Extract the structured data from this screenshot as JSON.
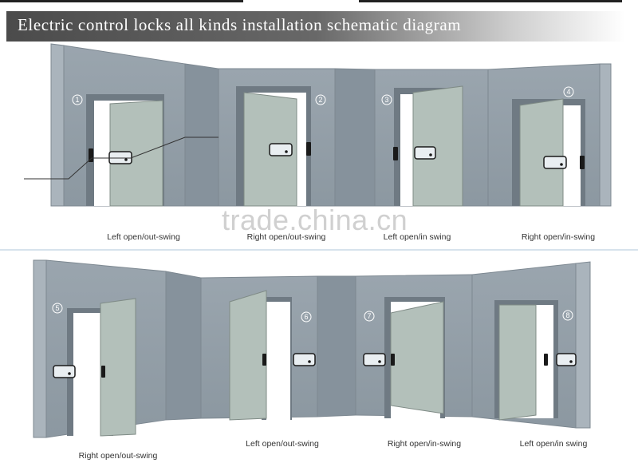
{
  "header": {
    "title": "Electric control locks all kinds installation schematic diagram"
  },
  "watermark": "trade.china.cn",
  "colors": {
    "wall": "#9aa5ae",
    "wall_dark": "#86929c",
    "wall_light": "#aab4bc",
    "door": "#b3c0ba",
    "frame": "#6f7a83",
    "banner_dark": "#4b4b4b"
  },
  "panels": [
    {
      "number": "1",
      "caption": "Left open/out-swing"
    },
    {
      "number": "2",
      "caption": "Right open/out-swing"
    },
    {
      "number": "3",
      "caption": "Left open/in swing"
    },
    {
      "number": "4",
      "caption": "Right open/in-swing"
    },
    {
      "number": "5",
      "caption": "Right open/out-swing"
    },
    {
      "number": "6",
      "caption": "Left open/out-swing"
    },
    {
      "number": "7",
      "caption": "Right open/in-swing"
    },
    {
      "number": "8",
      "caption": "Left open/in swing"
    }
  ]
}
